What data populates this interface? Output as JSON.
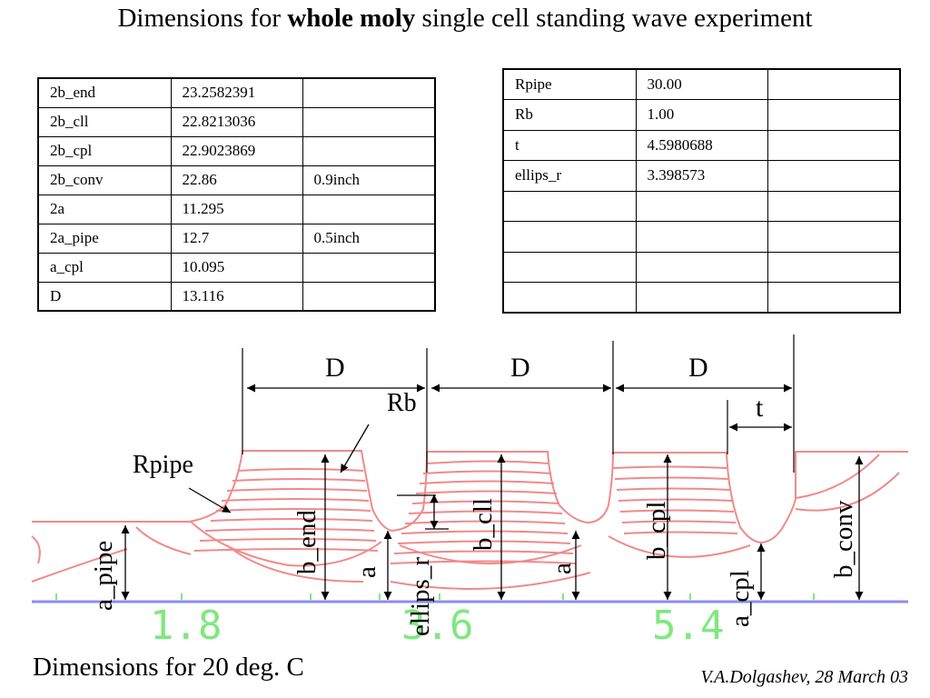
{
  "title": {
    "prefix": "Dimensions for ",
    "bold": "whole moly",
    "suffix": " single cell standing wave experiment"
  },
  "table_left": [
    [
      "2b_end",
      "23.2582391",
      ""
    ],
    [
      "2b_cll",
      "22.8213036",
      ""
    ],
    [
      "2b_cpl",
      "22.9023869",
      ""
    ],
    [
      "2b_conv",
      "22.86",
      "0.9inch"
    ],
    [
      "2a",
      "11.295",
      ""
    ],
    [
      "2a_pipe",
      "12.7",
      "0.5inch"
    ],
    [
      "a_cpl",
      "10.095",
      ""
    ],
    [
      "D",
      "13.116",
      ""
    ]
  ],
  "table_right": [
    [
      "Rpipe",
      "30.00",
      ""
    ],
    [
      "Rb",
      "1.00",
      ""
    ],
    [
      "t",
      "4.5980688",
      ""
    ],
    [
      "ellips_r",
      "3.398573",
      ""
    ],
    [
      "",
      "",
      ""
    ],
    [
      "",
      "",
      ""
    ],
    [
      "",
      "",
      ""
    ],
    [
      "",
      "",
      ""
    ]
  ],
  "diagram": {
    "labels": {
      "D1": "D",
      "D2": "D",
      "D3": "D",
      "Rb": "Rb",
      "t": "t",
      "Rpipe": "Rpipe",
      "a_pipe": "a_pipe",
      "b_end": "b_end",
      "a1": "a",
      "ellips_r": "ellips_r",
      "b_cll": "b_cll",
      "a2": "a",
      "b_cpl": "b_cpl",
      "a_cpl": "a_cpl",
      "b_conv": "b_conv"
    },
    "axis_ticks": [
      "1.8",
      "3.6",
      "5.4"
    ],
    "colors": {
      "contour": "#f08a8a",
      "axis": "#8c8cf0",
      "ticks": "#7fe87f"
    }
  },
  "footer_left": "Dimensions for 20 deg. C",
  "footer_right": "V.A.Dolgashev, 28 March 03"
}
